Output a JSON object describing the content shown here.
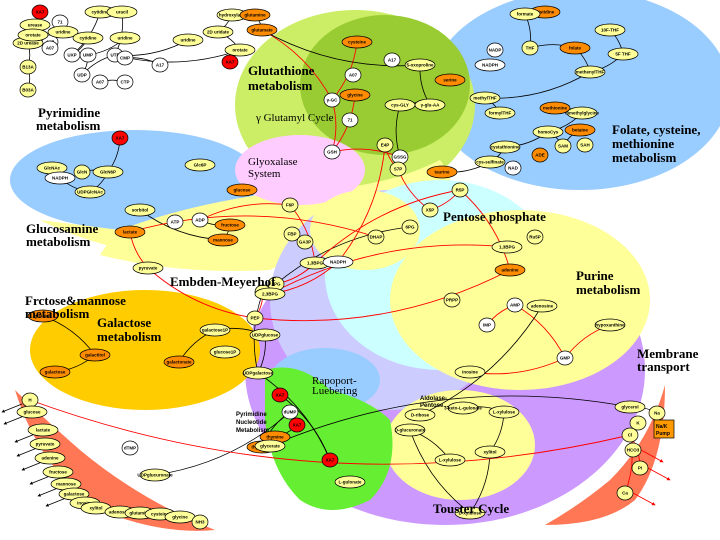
{
  "title": "Metabolic pathway network map",
  "colors": {
    "node_white": "#ffffff",
    "node_yellow": "#ffff99",
    "node_orange": "#ff8c00",
    "node_red": "#ff0000",
    "edge_black": "#000000",
    "edge_red": "#ff0000",
    "region_glutathione": "#ccee66",
    "region_glutathione_core": "#99cc33",
    "region_folate": "#99ccff",
    "region_glucosamine": "#99ccff",
    "region_yellow": "#ffff99",
    "region_glyoxalase": "#ffccff",
    "region_pentose": "#ccffff",
    "region_touster": "#cc99ff",
    "region_central": "#ccccff",
    "region_galactose": "#ffcc00",
    "region_pyrimidine_nuc": "#66ee33",
    "region_rapoport": "#99ccff",
    "region_membrane": "#ff7755",
    "pump_box": "#ff9900"
  },
  "regions": [
    {
      "id": "pyrimidine",
      "label_lines": [
        "Pyrimidine",
        "metabolism"
      ]
    },
    {
      "id": "glutathione",
      "label_lines": [
        "Glutathione",
        "metabolism"
      ]
    },
    {
      "id": "gamma-glutamyl",
      "label_lines": [
        "γ Glutamyl Cycle"
      ]
    },
    {
      "id": "folate",
      "label_lines": [
        "Folate, cysteine,",
        "methionine",
        "metabolism"
      ]
    },
    {
      "id": "glyoxalase",
      "label_lines": [
        "Glyoxalase",
        "System"
      ]
    },
    {
      "id": "glucosamine",
      "label_lines": [
        "Glucosamine",
        "metabolism"
      ]
    },
    {
      "id": "pentose",
      "label_lines": [
        "Pentose phosphate"
      ]
    },
    {
      "id": "embden",
      "label_lines": [
        "Embden-Meyerhof"
      ]
    },
    {
      "id": "purine",
      "label_lines": [
        "Purine",
        "metabolism"
      ]
    },
    {
      "id": "fructose",
      "label_lines": [
        "Frctose&mannose",
        "metabolism"
      ]
    },
    {
      "id": "galactose",
      "label_lines": [
        "Galactose",
        "metabolism"
      ]
    },
    {
      "id": "membrane",
      "label_lines": [
        "Membrane",
        "transport"
      ]
    },
    {
      "id": "rapoport",
      "label_lines": [
        "Rapoport-",
        "Luebering"
      ]
    },
    {
      "id": "pyr-nuc",
      "label_lines": [
        "Pyrimidine",
        "Nucleotide",
        "Metabolism"
      ]
    },
    {
      "id": "aldolase",
      "label_lines": [
        "Aldolase-",
        "Pentose..."
      ]
    },
    {
      "id": "touster",
      "label_lines": [
        "Touster Cycle"
      ]
    }
  ],
  "pump": {
    "label_lines": [
      "Na/K",
      "Pump"
    ]
  },
  "nodes": [
    {
      "label": "XA7",
      "color": "red"
    },
    {
      "label": "71",
      "color": "white"
    },
    {
      "label": "urease",
      "color": "yellow"
    },
    {
      "label": "A17",
      "color": "white"
    },
    {
      "label": "uridine",
      "color": "yellow"
    },
    {
      "label": "2D urease",
      "color": "yellow"
    },
    {
      "label": "A07",
      "color": "white"
    },
    {
      "label": "B13A",
      "color": "yellow"
    },
    {
      "label": "B03A",
      "color": "yellow"
    },
    {
      "label": "cytidine",
      "color": "yellow"
    },
    {
      "label": "uracil",
      "color": "yellow"
    },
    {
      "label": "orotate",
      "color": "yellow"
    },
    {
      "label": "cytidine",
      "color": "yellow"
    },
    {
      "label": "uridine",
      "color": "yellow"
    },
    {
      "label": "hydroxylase",
      "color": "yellow"
    },
    {
      "label": "2D uridate",
      "color": "yellow"
    },
    {
      "label": "orotate",
      "color": "yellow"
    },
    {
      "label": "XA7",
      "color": "red"
    },
    {
      "label": "uridine",
      "color": "yellow"
    },
    {
      "label": "UXP",
      "color": "white"
    },
    {
      "label": "UMP",
      "color": "white"
    },
    {
      "label": "UDP",
      "color": "white"
    },
    {
      "label": "UTP",
      "color": "white"
    },
    {
      "label": "CMP",
      "color": "white"
    },
    {
      "label": "A17",
      "color": "white"
    },
    {
      "label": "A07",
      "color": "white"
    },
    {
      "label": "CTP",
      "color": "white"
    },
    {
      "label": "glutamine",
      "color": "orange"
    },
    {
      "label": "glutamate",
      "color": "orange"
    },
    {
      "label": "cysteine",
      "color": "orange"
    },
    {
      "label": "glycine",
      "color": "orange"
    },
    {
      "label": "serine",
      "color": "orange"
    },
    {
      "label": "γ-GC",
      "color": "white"
    },
    {
      "label": "GSH",
      "color": "white"
    },
    {
      "label": "GSSG",
      "color": "white"
    },
    {
      "label": "cys-GLY",
      "color": "yellow"
    },
    {
      "label": "γ-glu-AA",
      "color": "yellow"
    },
    {
      "label": "5-oxoproline",
      "color": "yellow"
    },
    {
      "label": "A17",
      "color": "white"
    },
    {
      "label": "A07",
      "color": "white"
    },
    {
      "label": "71",
      "color": "white"
    },
    {
      "label": "histidine",
      "color": "orange"
    },
    {
      "label": "formate",
      "color": "yellow"
    },
    {
      "label": "THF",
      "color": "yellow"
    },
    {
      "label": "folate",
      "color": "orange"
    },
    {
      "label": "10F-THF",
      "color": "yellow"
    },
    {
      "label": "5F THF",
      "color": "yellow"
    },
    {
      "label": "methenylTHF",
      "color": "yellow"
    },
    {
      "label": "methylTHF",
      "color": "yellow"
    },
    {
      "label": "formylTHF",
      "color": "yellow"
    },
    {
      "label": "NADP",
      "color": "white"
    },
    {
      "label": "NADPH",
      "color": "white"
    },
    {
      "label": "methionine",
      "color": "orange"
    },
    {
      "label": "dimethylglycine",
      "color": "yellow"
    },
    {
      "label": "betaine",
      "color": "orange"
    },
    {
      "label": "homoCys",
      "color": "yellow"
    },
    {
      "label": "SAM",
      "color": "yellow"
    },
    {
      "label": "SAH",
      "color": "yellow"
    },
    {
      "label": "ADE",
      "color": "orange"
    },
    {
      "label": "cystathionine",
      "color": "yellow"
    },
    {
      "label": "cys-sulfinate",
      "color": "yellow"
    },
    {
      "label": "taurine",
      "color": "orange"
    },
    {
      "label": "NAD",
      "color": "white"
    },
    {
      "label": "GlcNAc",
      "color": "yellow"
    },
    {
      "label": "GlcN",
      "color": "yellow"
    },
    {
      "label": "GlcN6P",
      "color": "yellow"
    },
    {
      "label": "UDPGlcNAc",
      "color": "yellow"
    },
    {
      "label": "NADPH",
      "color": "white"
    },
    {
      "label": "Glc6P",
      "color": "yellow"
    },
    {
      "label": "XA7",
      "color": "red"
    },
    {
      "label": "glucose",
      "color": "orange"
    },
    {
      "label": "fructose",
      "color": "orange"
    },
    {
      "label": "mannose",
      "color": "orange"
    },
    {
      "label": "sorbitol",
      "color": "yellow"
    },
    {
      "label": "ATP",
      "color": "white"
    },
    {
      "label": "ADP",
      "color": "white"
    },
    {
      "label": "F6P",
      "color": "yellow"
    },
    {
      "label": "FBP",
      "color": "yellow"
    },
    {
      "label": "GA3P",
      "color": "yellow"
    },
    {
      "label": "1,3BPG",
      "color": "yellow"
    },
    {
      "label": "3PG",
      "color": "yellow"
    },
    {
      "label": "2PG",
      "color": "yellow"
    },
    {
      "label": "PEP",
      "color": "yellow"
    },
    {
      "label": "pyruvate",
      "color": "yellow"
    },
    {
      "label": "lactate",
      "color": "orange"
    },
    {
      "label": "DHAP",
      "color": "yellow"
    },
    {
      "label": "6PG",
      "color": "yellow"
    },
    {
      "label": "Ru5P",
      "color": "yellow"
    },
    {
      "label": "R5P",
      "color": "yellow"
    },
    {
      "label": "X5P",
      "color": "yellow"
    },
    {
      "label": "S7P",
      "color": "yellow"
    },
    {
      "label": "E4P",
      "color": "yellow"
    },
    {
      "label": "NADPH",
      "color": "white"
    },
    {
      "label": "2,3BPG",
      "color": "yellow"
    },
    {
      "label": "1,3BPG",
      "color": "yellow"
    },
    {
      "label": "adenine",
      "color": "orange"
    },
    {
      "label": "PRPP",
      "color": "yellow"
    },
    {
      "label": "IMP",
      "color": "white"
    },
    {
      "label": "AMP",
      "color": "white"
    },
    {
      "label": "GMP",
      "color": "white"
    },
    {
      "label": "hypoxanthine",
      "color": "yellow"
    },
    {
      "label": "inosine",
      "color": "yellow"
    },
    {
      "label": "adenosine",
      "color": "yellow"
    },
    {
      "label": "D-ribose",
      "color": "yellow"
    },
    {
      "label": "guanine",
      "color": "orange"
    },
    {
      "label": "galactitol",
      "color": "orange"
    },
    {
      "label": "galactose",
      "color": "orange"
    },
    {
      "label": "galactonate",
      "color": "orange"
    },
    {
      "label": "galactose1P",
      "color": "yellow"
    },
    {
      "label": "glucose1P",
      "color": "yellow"
    },
    {
      "label": "UDPglucose",
      "color": "yellow"
    },
    {
      "label": "UDPgalactose",
      "color": "yellow"
    },
    {
      "label": "XA7",
      "color": "red"
    },
    {
      "label": "XA7",
      "color": "red"
    },
    {
      "label": "XA7",
      "color": "red"
    },
    {
      "label": "thymine",
      "color": "orange"
    },
    {
      "label": "thymidine",
      "color": "orange"
    },
    {
      "label": "dUMP",
      "color": "white"
    },
    {
      "label": "dTMP",
      "color": "white"
    },
    {
      "label": "UDPglucuronate",
      "color": "yellow"
    },
    {
      "label": "L-gulonate",
      "color": "yellow"
    },
    {
      "label": "3-keto-L-gulonate",
      "color": "yellow"
    },
    {
      "label": "L-xylulose",
      "color": "yellow"
    },
    {
      "label": "xylitol",
      "color": "yellow"
    },
    {
      "label": "D-xylulose",
      "color": "yellow"
    },
    {
      "label": "D-glucuronate",
      "color": "yellow"
    },
    {
      "label": "L-xylulose",
      "color": "yellow"
    },
    {
      "label": "glycerate",
      "color": "yellow"
    },
    {
      "label": "glycerol",
      "color": "yellow"
    },
    {
      "label": "Na",
      "color": "yellow"
    },
    {
      "label": "K",
      "color": "yellow"
    },
    {
      "label": "Cl",
      "color": "yellow"
    },
    {
      "label": "HCO3",
      "color": "yellow"
    },
    {
      "label": "Pi",
      "color": "yellow"
    },
    {
      "label": "Ca",
      "color": "yellow"
    },
    {
      "label": "H",
      "color": "yellow"
    },
    {
      "label": "glucose",
      "color": "yellow"
    },
    {
      "label": "lactate",
      "color": "yellow"
    },
    {
      "label": "pyruvate",
      "color": "yellow"
    },
    {
      "label": "adenine",
      "color": "yellow"
    },
    {
      "label": "fructose",
      "color": "yellow"
    },
    {
      "label": "mannose",
      "color": "yellow"
    },
    {
      "label": "galactose",
      "color": "yellow"
    },
    {
      "label": "inosine",
      "color": "yellow"
    },
    {
      "label": "xylitol",
      "color": "yellow"
    },
    {
      "label": "adenosine",
      "color": "yellow"
    },
    {
      "label": "glutamine",
      "color": "yellow"
    },
    {
      "label": "cysteine",
      "color": "yellow"
    },
    {
      "label": "glycine",
      "color": "yellow"
    },
    {
      "label": "NH3",
      "color": "yellow"
    }
  ]
}
